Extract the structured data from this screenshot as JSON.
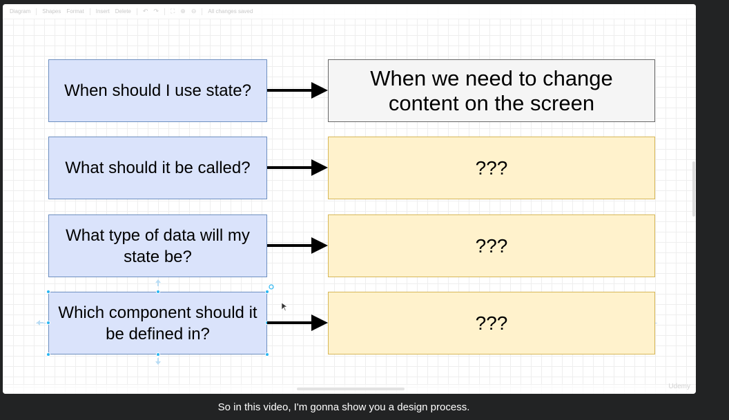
{
  "toolbar": {
    "menu_diagram": "Diagram",
    "menu_shapes": "Shapes",
    "menu_format": "Format",
    "menu_insert": "Insert",
    "menu_delete": "Delete",
    "status": "All changes saved"
  },
  "diagram": {
    "rows": [
      {
        "question": "When should I use state?",
        "answer": "When we need to change content on the screen",
        "answered": true
      },
      {
        "question": "What should it be called?",
        "answer": "???",
        "answered": false
      },
      {
        "question": "What type of data will my state be?",
        "answer": "???",
        "answered": false
      },
      {
        "question": "Which component should it be defined in?",
        "answer": "???",
        "answered": false
      }
    ]
  },
  "watermark": "Udemy",
  "caption": "So in this video, I'm gonna show you a design process.",
  "colors": {
    "question_fill": "#dae3fb",
    "question_border": "#6c8ebf",
    "answered_fill": "#f5f5f5",
    "answered_border": "#666666",
    "pending_fill": "#fff2cc",
    "pending_border": "#d6b656",
    "selection_handle": "#29b6f2"
  },
  "icons": [
    "undo-icon",
    "redo-icon",
    "fullscreen-icon",
    "zoom-in-icon",
    "zoom-out-icon",
    "cursor-icon"
  ]
}
